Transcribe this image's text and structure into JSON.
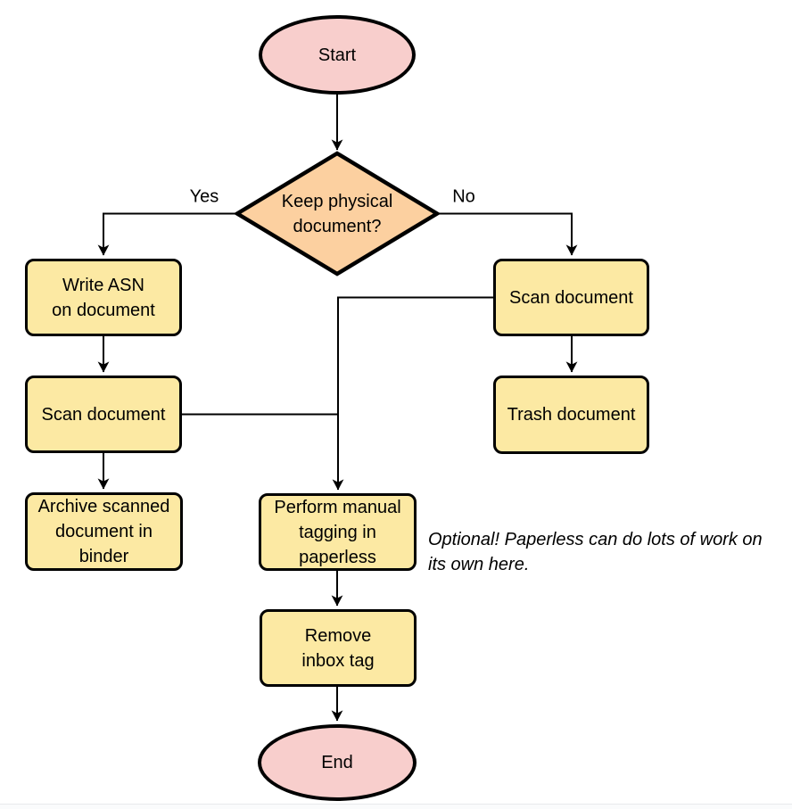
{
  "diagram": {
    "background": "#ffffff",
    "colors": {
      "terminal_fill": "#f8cecc",
      "decision_fill": "#fcd0a0",
      "process_fill": "#fce9a3",
      "stroke": "#000000"
    },
    "nodes": {
      "start": {
        "label": "Start",
        "type": "terminal"
      },
      "decision": {
        "label": "Keep physical\ndocument?",
        "type": "decision"
      },
      "write_asn": {
        "label": "Write ASN\non document",
        "type": "process"
      },
      "scan_left": {
        "label": "Scan document",
        "type": "process"
      },
      "archive": {
        "label": "Archive scanned\ndocument in\nbinder",
        "type": "process"
      },
      "scan_right": {
        "label": "Scan document",
        "type": "process"
      },
      "trash": {
        "label": "Trash document",
        "type": "process"
      },
      "perform_tagging": {
        "label": "Perform manual\ntagging in\npaperless",
        "type": "process"
      },
      "remove_inbox": {
        "label": "Remove\ninbox tag",
        "type": "process"
      },
      "end": {
        "label": "End",
        "type": "terminal"
      }
    },
    "edge_labels": {
      "yes": "Yes",
      "no": "No"
    },
    "annotation": "Optional! Paperless can do lots of work on\nits own here."
  }
}
